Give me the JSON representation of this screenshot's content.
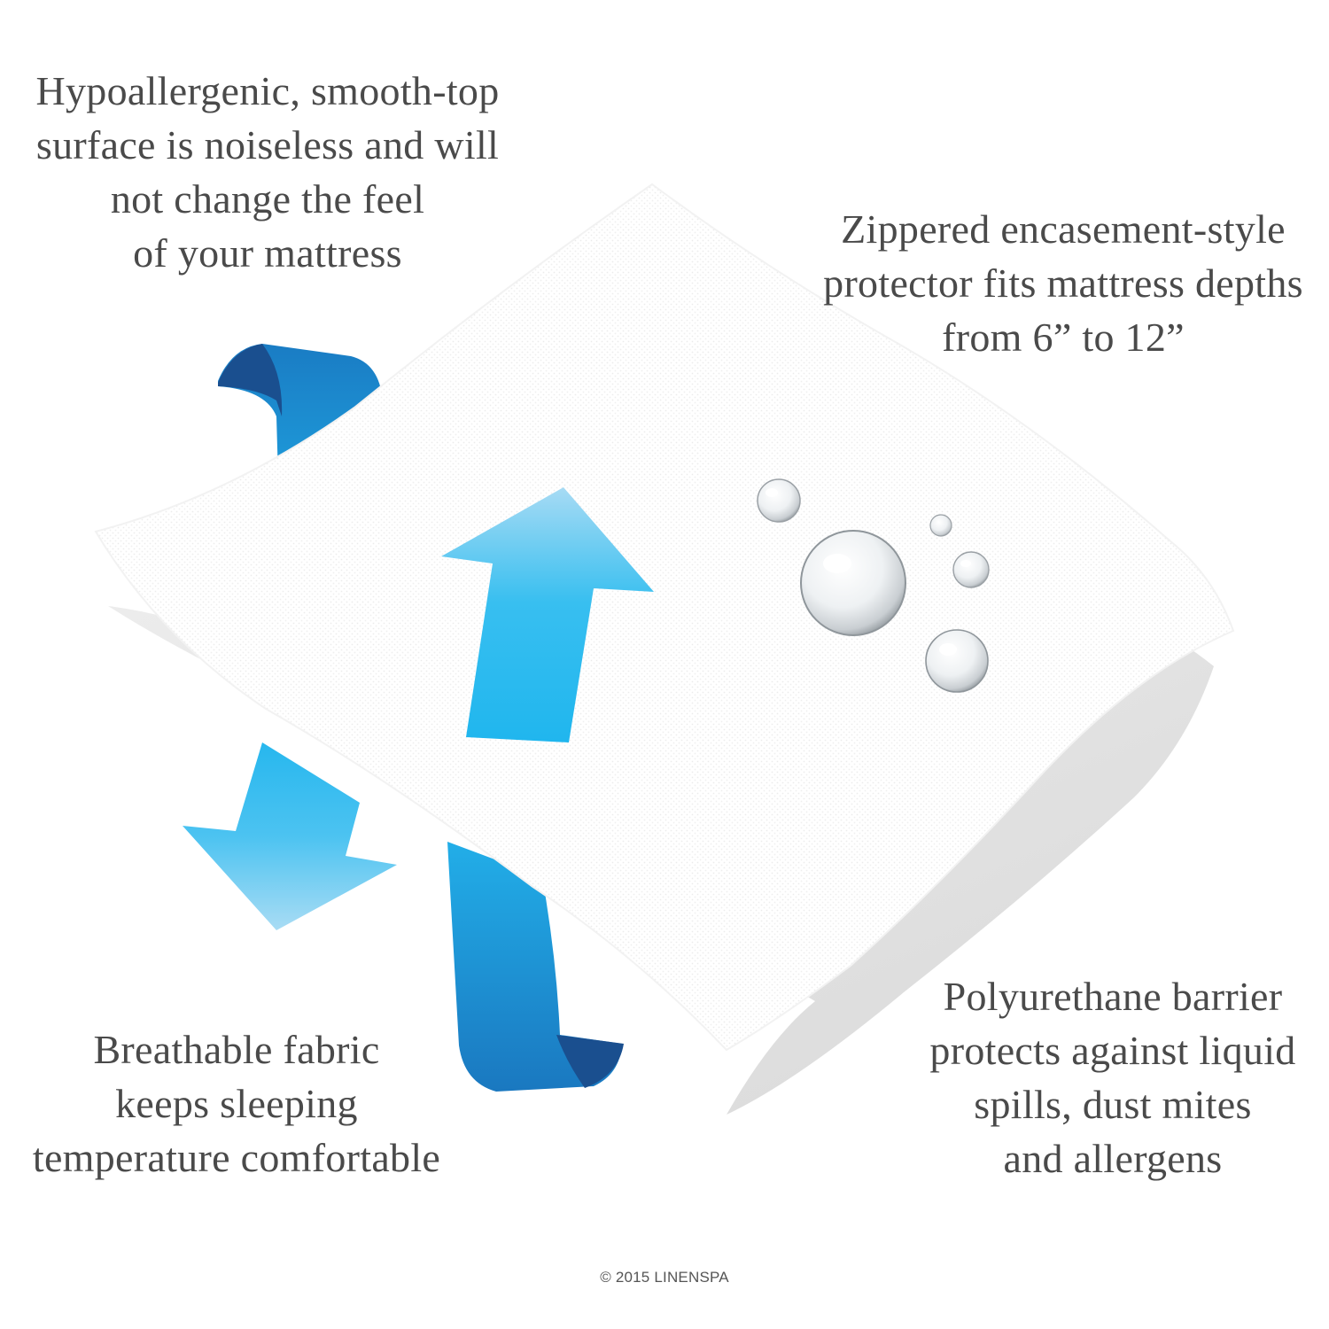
{
  "captions": {
    "top_left": {
      "lines": [
        "Hypoallergenic, smooth-top",
        "surface is noiseless and will",
        "not change the feel",
        "of your mattress"
      ]
    },
    "top_right": {
      "lines": [
        "Zippered encasement-style",
        "protector fits mattress depths",
        "from 6” to 12”"
      ]
    },
    "bottom_left": {
      "lines": [
        "Breathable fabric",
        "keeps sleeping",
        "temperature comfortable"
      ]
    },
    "bottom_right": {
      "lines": [
        "Polyurethane barrier",
        "protects against liquid",
        "spills, dust mites",
        "and allergens"
      ]
    }
  },
  "copyright": "© 2015 LINENSPA",
  "colors": {
    "caption_text": "#4a4a4a",
    "arrow_dark": "#1a4f8f",
    "arrow_mid": "#1a8fd0",
    "arrow_light": "#29b9ee",
    "arrow_pale": "#a7dbf4",
    "fabric_top": "#ffffff",
    "fabric_bottom": "#dedede"
  },
  "icons": {
    "arrows": [
      "curved-arrow-down-icon",
      "arrow-up-icon",
      "arrow-down-icon",
      "curved-arrow-up-icon"
    ],
    "droplets": "water-droplet-icon"
  }
}
